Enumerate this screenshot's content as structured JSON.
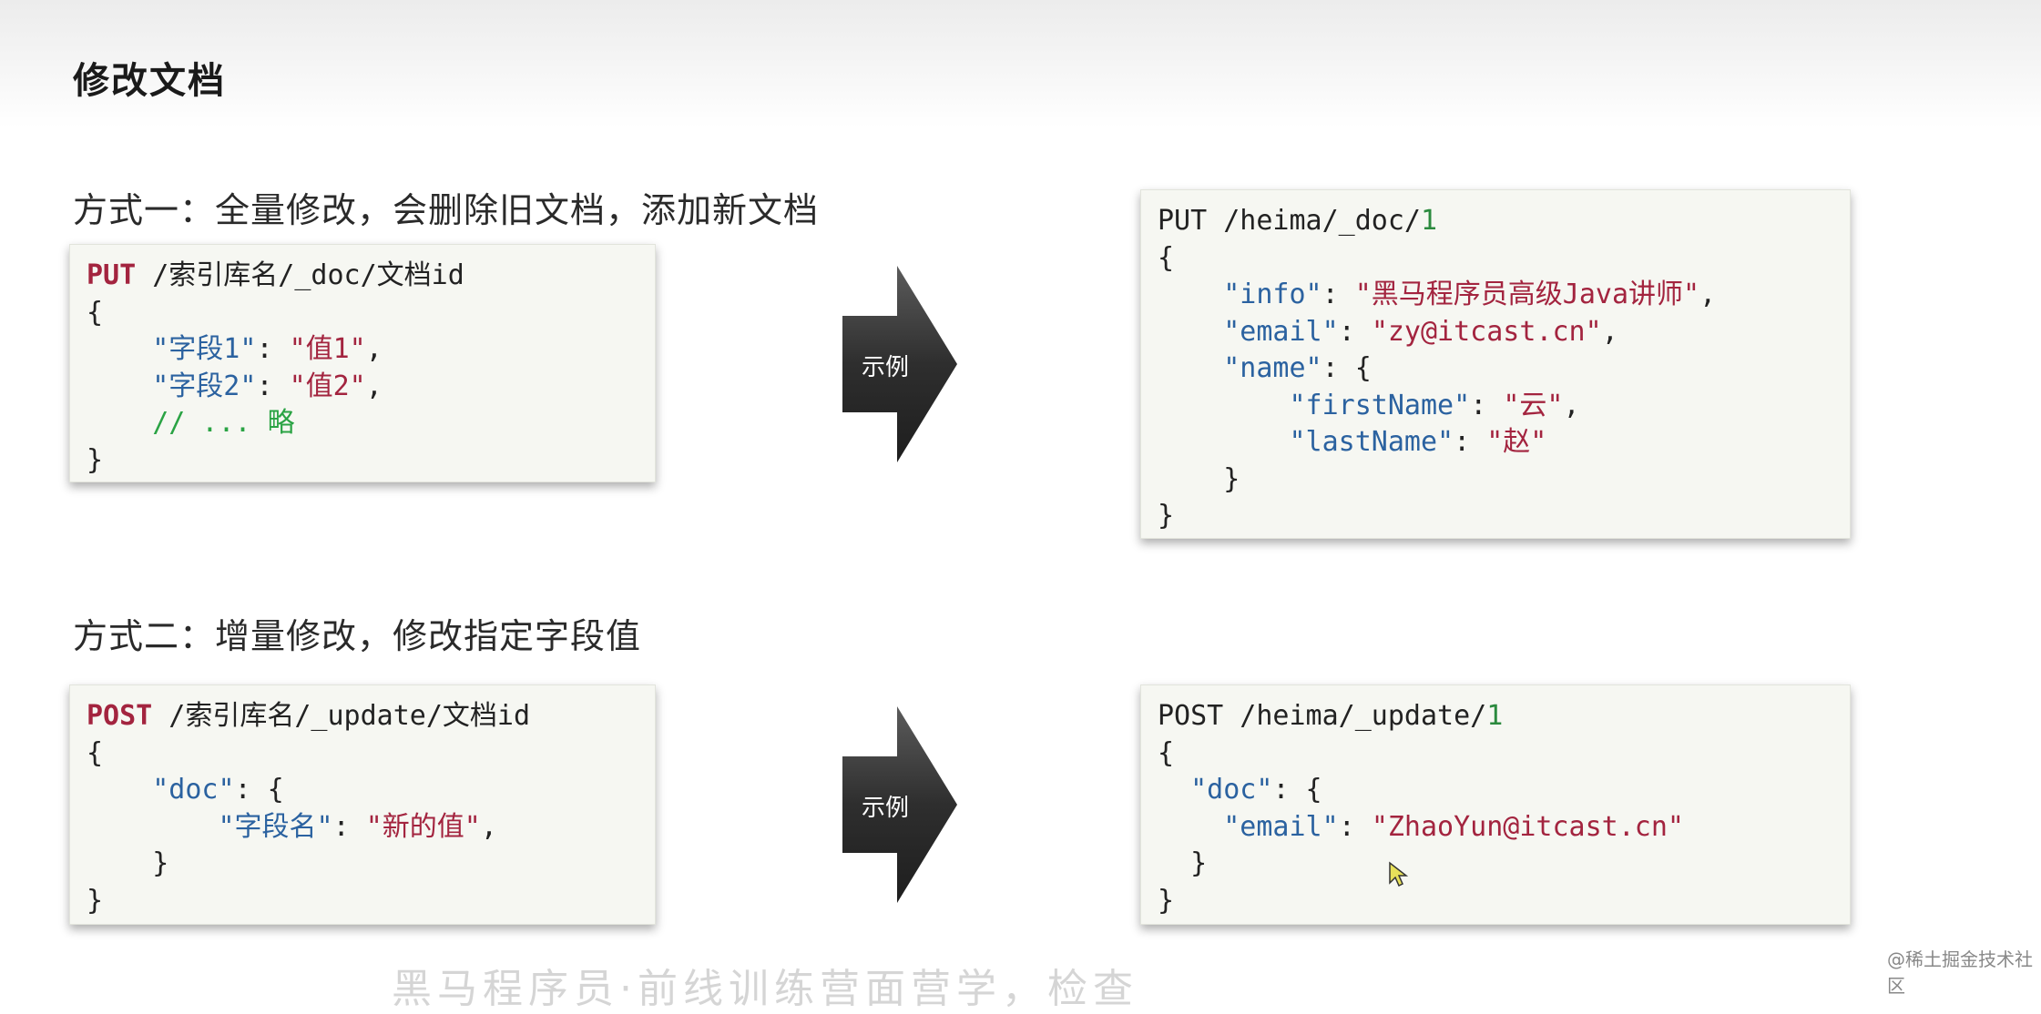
{
  "title": "修改文档",
  "section1": {
    "subtitle": "方式一：全量修改，会删除旧文档，添加新文档",
    "syntax": {
      "method": "PUT",
      "path": " /索引库名/_doc/文档id",
      "open": "{",
      "field1_key": "\"字段1\"",
      "field1_val": "\"值1\"",
      "field2_key": "\"字段2\"",
      "field2_val": "\"值2\"",
      "comment": "// ... 略",
      "close": "}"
    },
    "arrow_label": "示例",
    "example": {
      "method": "PUT",
      "path": " /heima/_doc/",
      "id": "1",
      "open": "{",
      "info_key": "\"info\"",
      "info_val": "\"黑马程序员高级Java讲师\"",
      "email_key": "\"email\"",
      "email_val": "\"zy@itcast.cn\"",
      "name_key": "\"name\"",
      "firstName_key": "\"firstName\"",
      "firstName_val": "\"云\"",
      "lastName_key": "\"lastName\"",
      "lastName_val": "\"赵\"",
      "inner_close": "}",
      "close": "}"
    }
  },
  "section2": {
    "subtitle": "方式二：增量修改，修改指定字段值",
    "syntax": {
      "method": "POST",
      "path": " /索引库名/_update/文档id",
      "open": "{",
      "doc_key": "\"doc\"",
      "field_key": "\"字段名\"",
      "field_val": "\"新的值\"",
      "inner_close": "}",
      "close": "}"
    },
    "arrow_label": "示例",
    "example": {
      "method": "POST",
      "path": " /heima/_update/",
      "id": "1",
      "open": "{",
      "doc_key": "\"doc\"",
      "email_key": "\"email\"",
      "email_val": "\"ZhaoYun@itcast.cn\"",
      "inner_close": "}",
      "close": "}"
    }
  },
  "watermark": "@稀土掘金技术社区",
  "bottom_partial_text": "黑马程序员·前线训练营面营学，检查",
  "colors": {
    "keyword": "#a3243f",
    "key": "#2b62a0",
    "string": "#a3243f",
    "comment": "#2aa344",
    "number": "#2b8a3e",
    "code_bg": "#f6f7f2"
  }
}
